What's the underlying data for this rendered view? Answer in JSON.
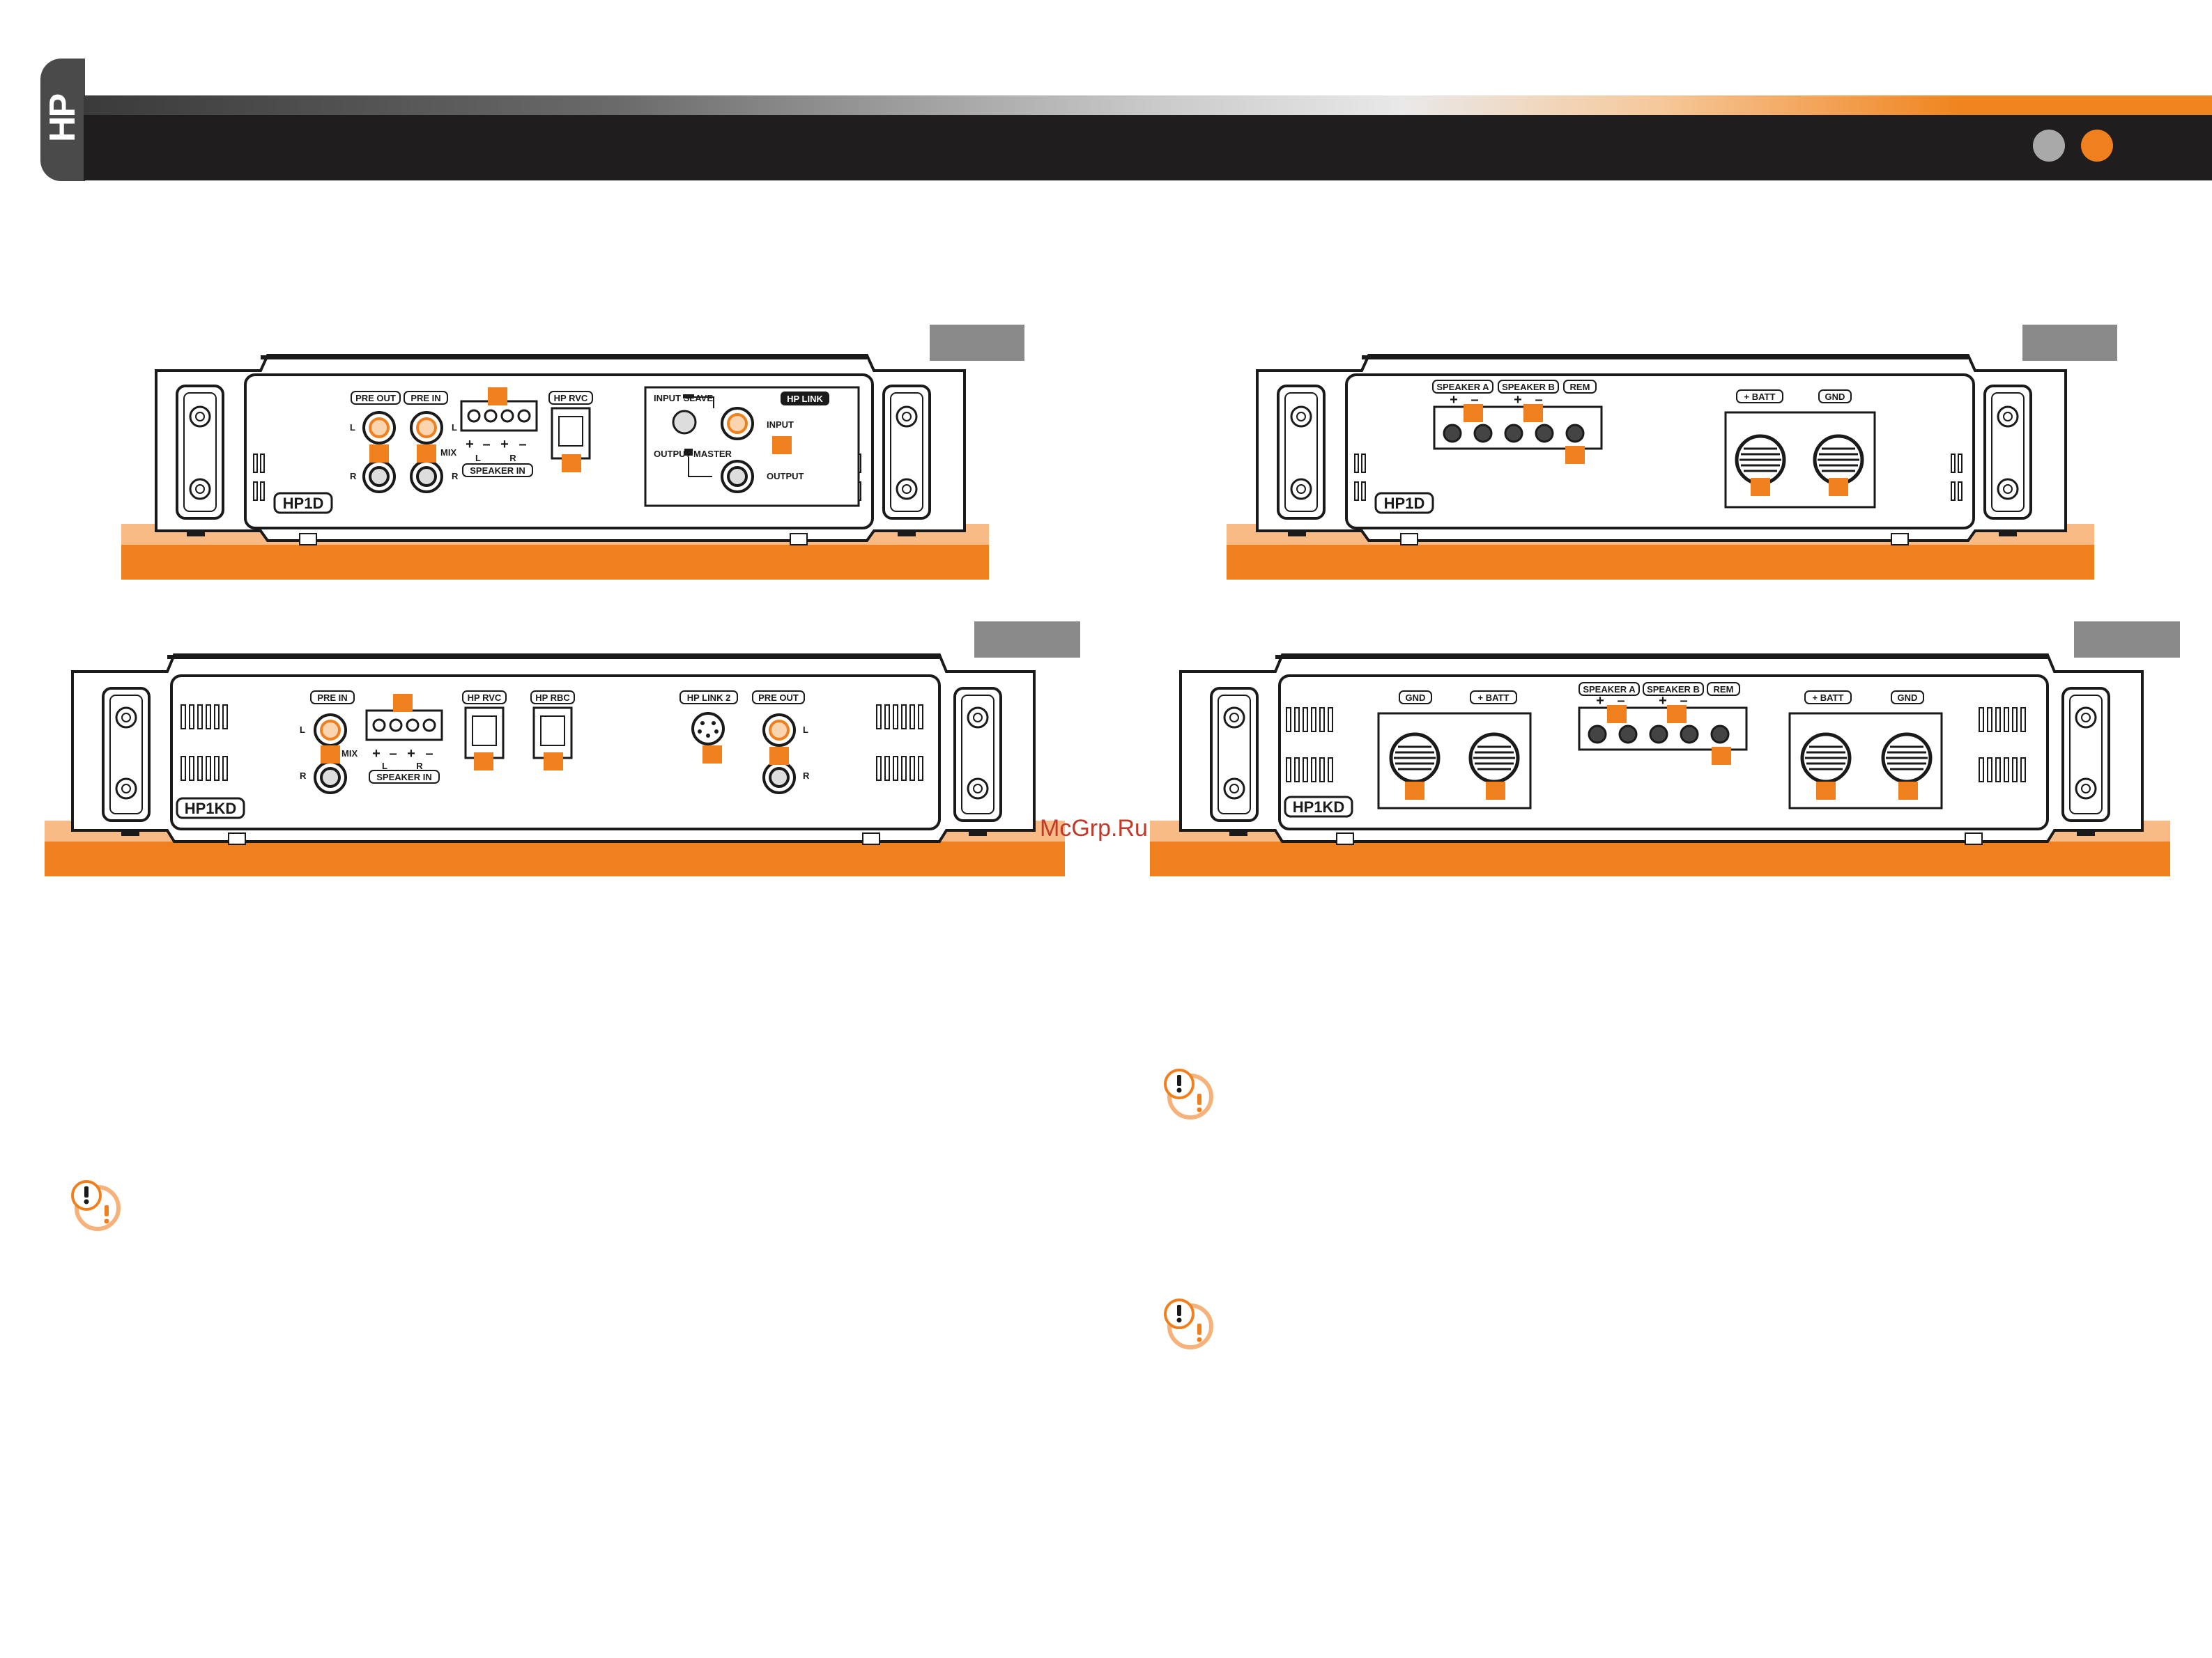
{
  "header": {
    "brand": "HP",
    "colors": {
      "bar": "#1f1d1e",
      "accent": "#f0801e",
      "dot_inactive": "#a9a9a9"
    }
  },
  "panels": {
    "hp1d_signal": {
      "model": "HP1D",
      "pre_out": "PRE OUT",
      "pre_in": "PRE IN",
      "mix": "MIX",
      "left": "L",
      "right": "R",
      "speaker_in": "SPEAKER IN",
      "hp_rvc": "HP RVC",
      "hp_link": "HP LINK",
      "input_slave": "INPUT SLAVE",
      "output_master": "OUTPUT MASTER",
      "input": "INPUT",
      "output": "OUTPUT"
    },
    "hp1d_power": {
      "model": "HP1D",
      "speaker_a": "SPEAKER A",
      "speaker_b": "SPEAKER B",
      "rem": "REM",
      "batt": "+ BATT",
      "gnd": "GND"
    },
    "hp1kd_signal": {
      "model": "HP1KD",
      "pre_in": "PRE IN",
      "mix": "MIX",
      "left": "L",
      "right": "R",
      "speaker_in": "SPEAKER IN",
      "hp_rvc": "HP RVC",
      "hp_rbc": "HP RBC",
      "hp_link2": "HP LINK 2",
      "pre_out": "PRE OUT"
    },
    "hp1kd_power": {
      "model": "HP1KD",
      "speaker_a": "SPEAKER A",
      "speaker_b": "SPEAKER B",
      "rem": "REM",
      "batt": "+ BATT",
      "gnd": "GND"
    }
  },
  "watermark": "McGrp.Ru",
  "icons": [
    "warning-icon",
    "warning-icon",
    "warning-icon"
  ]
}
